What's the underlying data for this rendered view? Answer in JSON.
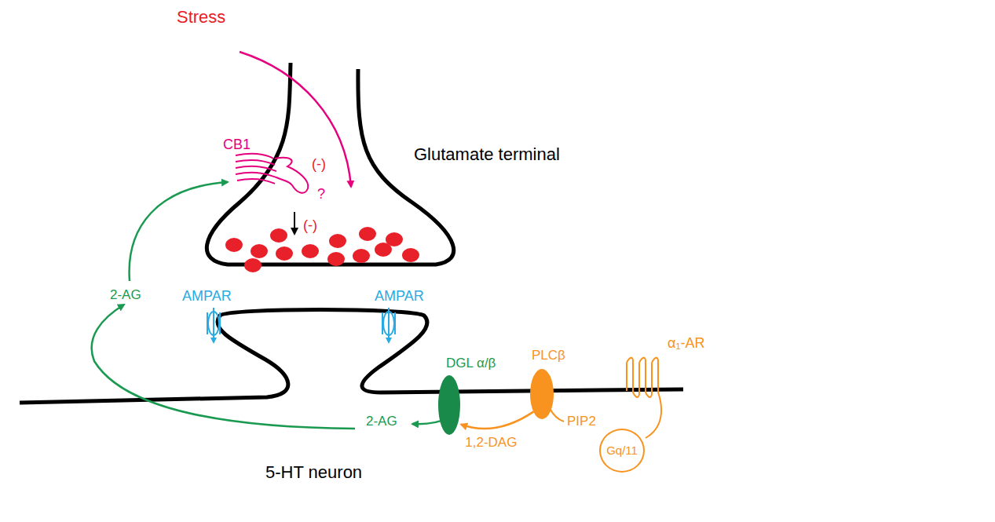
{
  "diagram": {
    "nodes": [
      {
        "text": [
          "DGL α/β"
        ]
      },
      {
        "text": [
          "PLCβ"
        ]
      },
      {
        "text": [
          "Gq/11"
        ]
      }
    ],
    "edges": [
      {
        "from": 1,
        "to": 0,
        "label": "1,2-DAG",
        "arrow": "to"
      }
    ],
    "labels": [
      "Stress",
      "CB1",
      "(-)",
      "?",
      "Glutamate terminal",
      "(-)",
      "AMPAR",
      "AMPAR",
      "2-AG",
      "2-AG",
      "α₁-AR",
      "PIP2",
      "5-HT neuron"
    ]
  }
}
